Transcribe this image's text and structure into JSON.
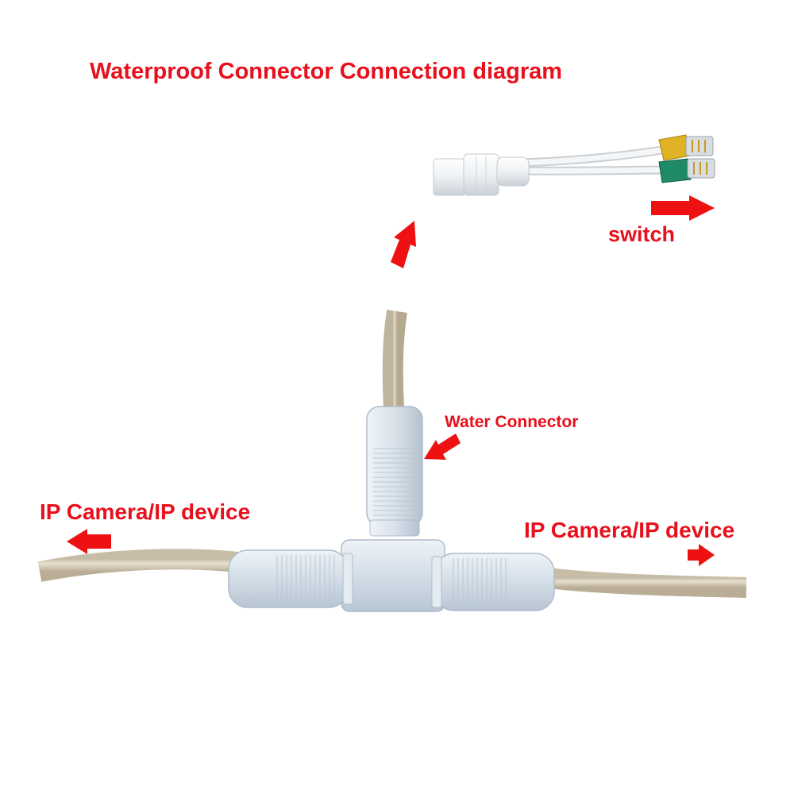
{
  "labels": {
    "title": "Waterproof Connector Connection diagram",
    "switch": "switch",
    "water_connector": "Water Connector",
    "camera_left": "IP Camera/IP device",
    "camera_right": "IP Camera/IP device"
  },
  "colors": {
    "label_red": "#e8101c",
    "arrow_red": "#ee1111",
    "cable_beige": "#d9d0bd",
    "connector_body": "#dde6ee",
    "plug_yellow": "#e0b225",
    "plug_green": "#1f8a66"
  }
}
